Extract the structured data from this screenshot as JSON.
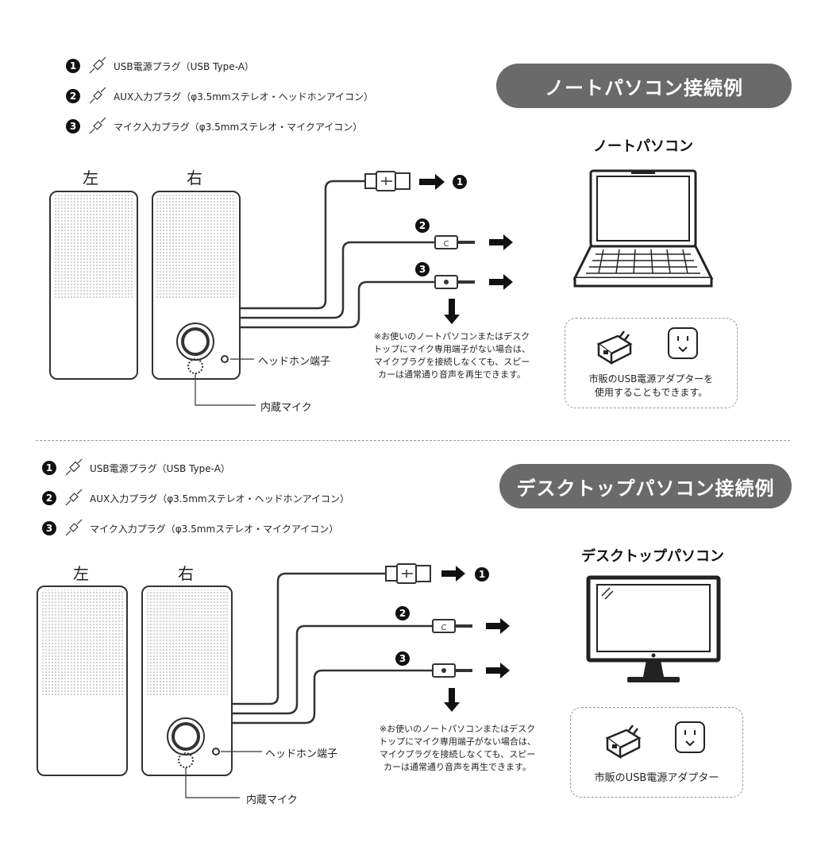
{
  "legend": [
    {
      "num": "1",
      "label": "USB電源プラグ（USB Type-A）"
    },
    {
      "num": "2",
      "label": "AUX入力プラグ（φ3.5mmステレオ・ヘッドホンアイコン）"
    },
    {
      "num": "3",
      "label": "マイク入力プラグ（φ3.5mmステレオ・マイクアイコン）"
    }
  ],
  "laptop": {
    "banner": "ノートパソコン接続例",
    "pc_title": "ノートパソコン",
    "adapter_text_1": "市販のUSB電源アダプターを",
    "adapter_text_2": "使用することもできます。"
  },
  "desktop": {
    "banner": "デスクトップパソコン接続例",
    "pc_title": "デスクトップパソコン",
    "adapter_text_1": "市販のUSB電源アダプター",
    "adapter_text_2": ""
  },
  "speakers": {
    "left": "左",
    "right": "右"
  },
  "labels": {
    "headphone_jack": "ヘッドホン端子",
    "built_in_mic": "内蔵マイク"
  },
  "note": [
    "※お使いのノートパソコンまたはデスク",
    "トップにマイク専用端子がない場合は、",
    "マイクプラグを接続しなくても、スピー",
    "カーは通常通り音声を再生できます。"
  ],
  "plug_numbers": [
    "1",
    "2",
    "3"
  ],
  "colors": {
    "banner": "#6a6a6a",
    "line": "#333333",
    "grille": "#dddddd"
  },
  "icons": [
    "usb-plug-icon",
    "audio-plug-icon",
    "arrow-right-icon",
    "arrow-down-icon",
    "laptop-icon",
    "monitor-icon",
    "usb-adapter-icon",
    "outlet-icon"
  ]
}
